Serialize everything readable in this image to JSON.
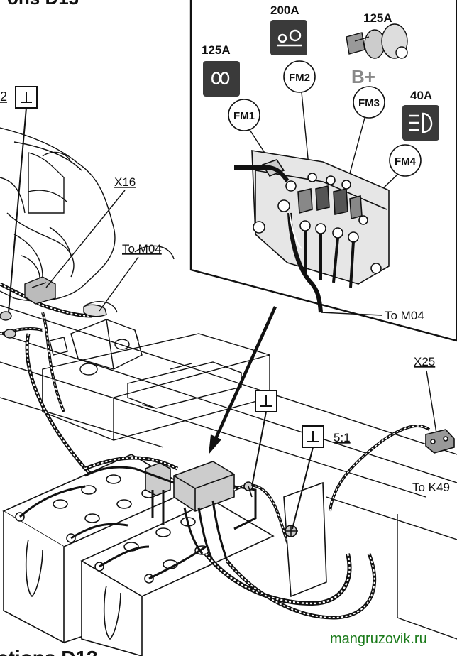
{
  "headings": {
    "top_partial": "ons D13",
    "bottom_partial": "ctions D13"
  },
  "detail_box": {
    "fuses": [
      {
        "id": "FM1",
        "rating": "125A",
        "icon": "glow-coil-icon"
      },
      {
        "id": "FM2",
        "rating": "200A",
        "icon": "starter-motor-icon"
      },
      {
        "id": "FM3",
        "rating": "125A",
        "icon": "fuse-holder-icon",
        "extra_label": "B+"
      },
      {
        "id": "FM4",
        "rating": "40A",
        "icon": "headlight-icon"
      }
    ],
    "to_label": "To M04"
  },
  "labels": {
    "x16": "X16",
    "to_m04": "To M04",
    "x25": "X25",
    "to_k49": "To K49",
    "ratio": "5:1",
    "left_partial": "2"
  },
  "watermark": "mangruzovik.ru",
  "colors": {
    "line": "#111111",
    "icon_bg": "#3a3a3a",
    "watermark": "#1a7a1a"
  }
}
